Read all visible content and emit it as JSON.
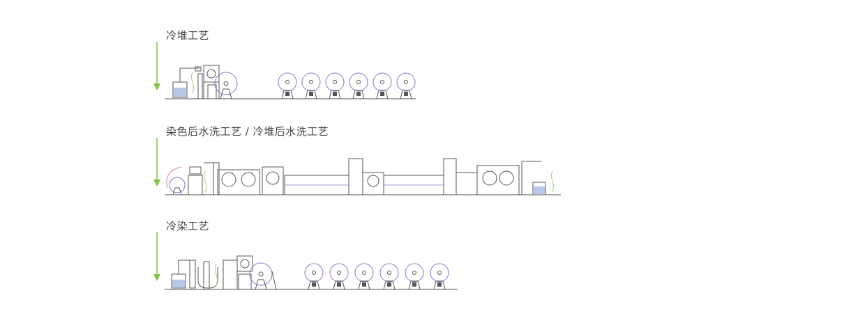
{
  "colors": {
    "arrow": "#7dc242",
    "line": "#555555",
    "roll": "#7b78c8",
    "accent": "#d9849a",
    "liquid": "#8aa3d6",
    "plant": "#9bcf7a"
  },
  "sections": [
    {
      "title": "冷堆工艺",
      "batch_rolls": 6
    },
    {
      "title": "染色后水洗工艺 / 冷堆后水洗工艺"
    },
    {
      "title": "冷染工艺",
      "batch_rolls": 6
    }
  ]
}
